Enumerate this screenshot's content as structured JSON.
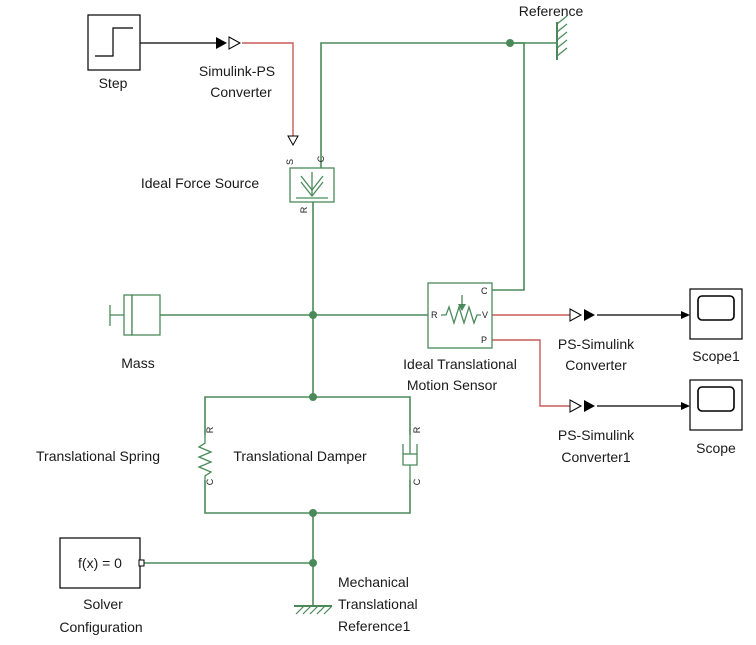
{
  "labels": {
    "step": "Step",
    "simulink_ps": [
      "Simulink-PS",
      "Converter"
    ],
    "reference": "Reference",
    "ideal_force_source": "Ideal Force Source",
    "mass": "Mass",
    "motion_sensor": [
      "Ideal Translational",
      "Motion Sensor"
    ],
    "ps_simulink": [
      "PS-Simulink",
      "Converter"
    ],
    "ps_simulink1": [
      "PS-Simulink",
      "Converter1"
    ],
    "scope1": "Scope1",
    "scope": "Scope",
    "spring": "Translational Spring",
    "damper": "Translational Damper",
    "solver_config": [
      "Solver",
      "Configuration"
    ],
    "solver_expr": "f(x) = 0",
    "mech_ref": [
      "Mechanical",
      "Translational",
      "Reference1"
    ]
  },
  "ports": {
    "source_s": "S",
    "source_c": "C",
    "source_r": "R",
    "sensor_c": "C",
    "sensor_r": "R",
    "sensor_v": "V",
    "sensor_p": "P",
    "spring_r": "R",
    "spring_c": "C",
    "damper_r": "R",
    "damper_c": "C"
  },
  "colors": {
    "physical_line": "#4a8a5a",
    "ps_line": "#c85a5a",
    "signal_line": "#000000"
  }
}
